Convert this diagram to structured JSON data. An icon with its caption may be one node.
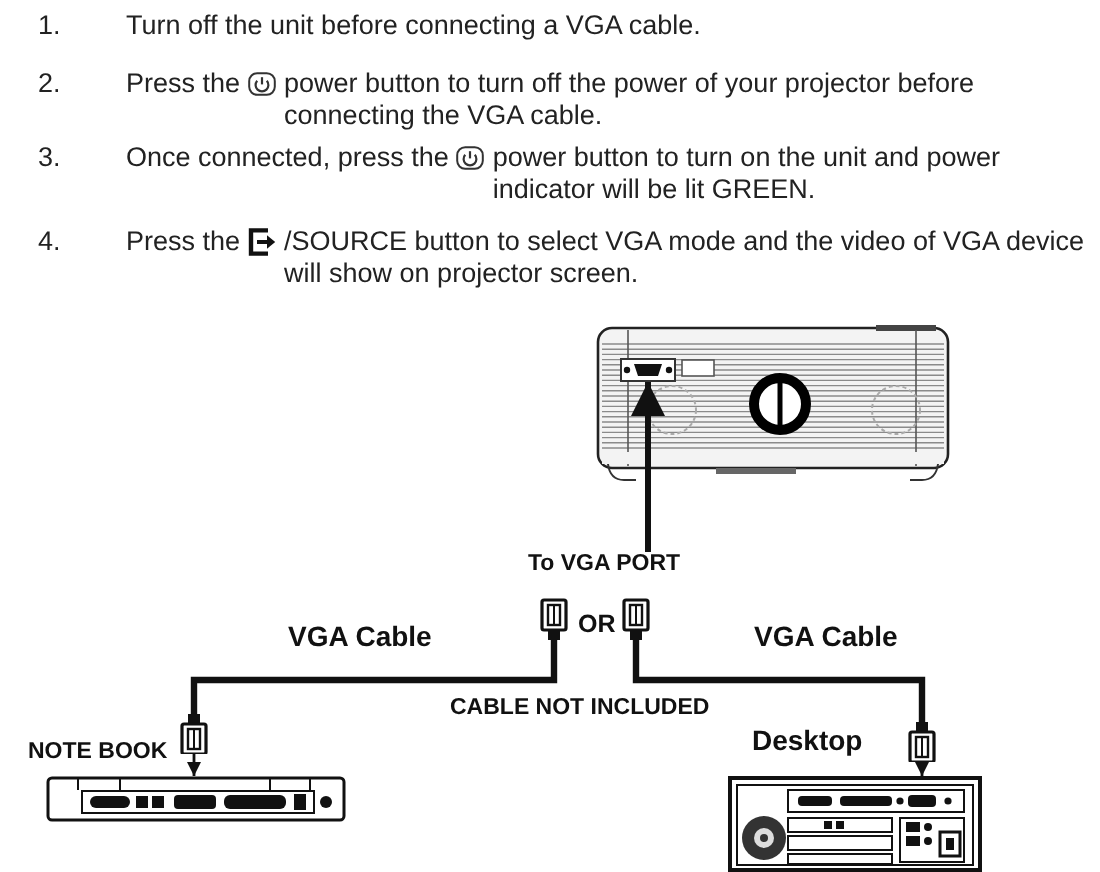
{
  "diagram": {
    "nodes": [
      {
        "text": [],
        "shape": "picture"
      },
      {
        "text": [],
        "shape": "box",
        "in": 0
      },
      {
        "text": [
          "To VGA PORT"
        ]
      },
      {
        "text": [],
        "shape": "picture"
      },
      {
        "text": [],
        "shape": "picture"
      },
      {
        "text": [],
        "shape": "picture"
      },
      {
        "text": [],
        "shape": "picture",
        "beside": [
          "NOTE BOOK"
        ]
      },
      {
        "text": [],
        "shape": "picture"
      },
      {
        "text": [],
        "shape": "picture",
        "beside": [
          "Desktop"
        ]
      }
    ],
    "edges": [
      {
        "from": 2,
        "to": 1,
        "arrow": "to"
      },
      {
        "from": 3,
        "to": 5,
        "arrow": "none",
        "label": "VGA Cable"
      },
      {
        "from": 5,
        "to": 6,
        "arrow": "to"
      },
      {
        "from": 4,
        "to": 7,
        "arrow": "none",
        "label": "VGA Cable"
      },
      {
        "from": 7,
        "to": 8,
        "arrow": "to"
      }
    ],
    "labels": [
      "1.",
      "Turn off the unit before connecting a VGA cable.",
      "2.",
      "Press the",
      "power button to turn off the power of your projector before connecting the VGA cable.",
      "3.",
      "Once connected, press the",
      "power button to turn on the unit and power indicator will be lit GREEN.",
      "4.",
      "Press the",
      "/SOURCE button to select VGA mode and the video of VGA device will show on projector screen.",
      "OR",
      "CABLE NOT INCLUDED"
    ]
  }
}
